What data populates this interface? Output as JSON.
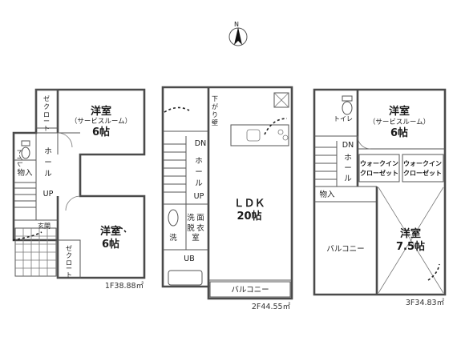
{
  "compass": {
    "label": "N",
    "icon": "north-arrow-icon"
  },
  "floor1": {
    "area": "1F38.88㎡",
    "rooms": {
      "service_room": "洋室",
      "service_room_sub": "（サービスルーム）",
      "service_room_size": "6帖",
      "closet_top": [
        "ゼ",
        "ク",
        "ロ",
        "ー",
        "ト"
      ],
      "hall": [
        "ホ",
        "ー",
        "ル"
      ],
      "toilet": "トイレ",
      "storage": "物入",
      "up": "UP",
      "bedroom": "洋室",
      "bedroom_size": "6帖",
      "entrance": "玄関",
      "closet_bottom": [
        "ゼ",
        "ク",
        "ロ",
        "ー",
        "ト"
      ]
    }
  },
  "floor2": {
    "area": "2F44.55㎡",
    "rooms": {
      "ldk": "ＬＤＫ",
      "ldk_size": "20帖",
      "dn": "DN",
      "hall": [
        "ホ",
        "ー",
        "ル"
      ],
      "up": "UP",
      "hanging_wall": [
        "下",
        "が",
        "り",
        "壁"
      ],
      "washroom": [
        "洗",
        "面",
        "脱",
        "衣",
        "室"
      ],
      "wash": "洗",
      "ub": "UB",
      "balcony": "バルコニー"
    }
  },
  "floor3": {
    "area": "3F34.83㎡",
    "rooms": {
      "service_room": "洋室",
      "service_room_sub": "（サービスルーム）",
      "service_room_size": "6帖",
      "toilet": "トイレ",
      "dn": "DN",
      "hall": [
        "ホ",
        "ー",
        "ル"
      ],
      "walkin_1": [
        "ウォークイン",
        "クローゼット"
      ],
      "walkin_2": [
        "ウォークイン",
        "クローゼット"
      ],
      "storage": "物入",
      "balcony": "バルコニー",
      "bedroom": "洋室",
      "bedroom_size": "7.5帖"
    }
  },
  "colors": {
    "wall": "#4a4a4a",
    "line": "#555555",
    "background": "#ffffff"
  }
}
